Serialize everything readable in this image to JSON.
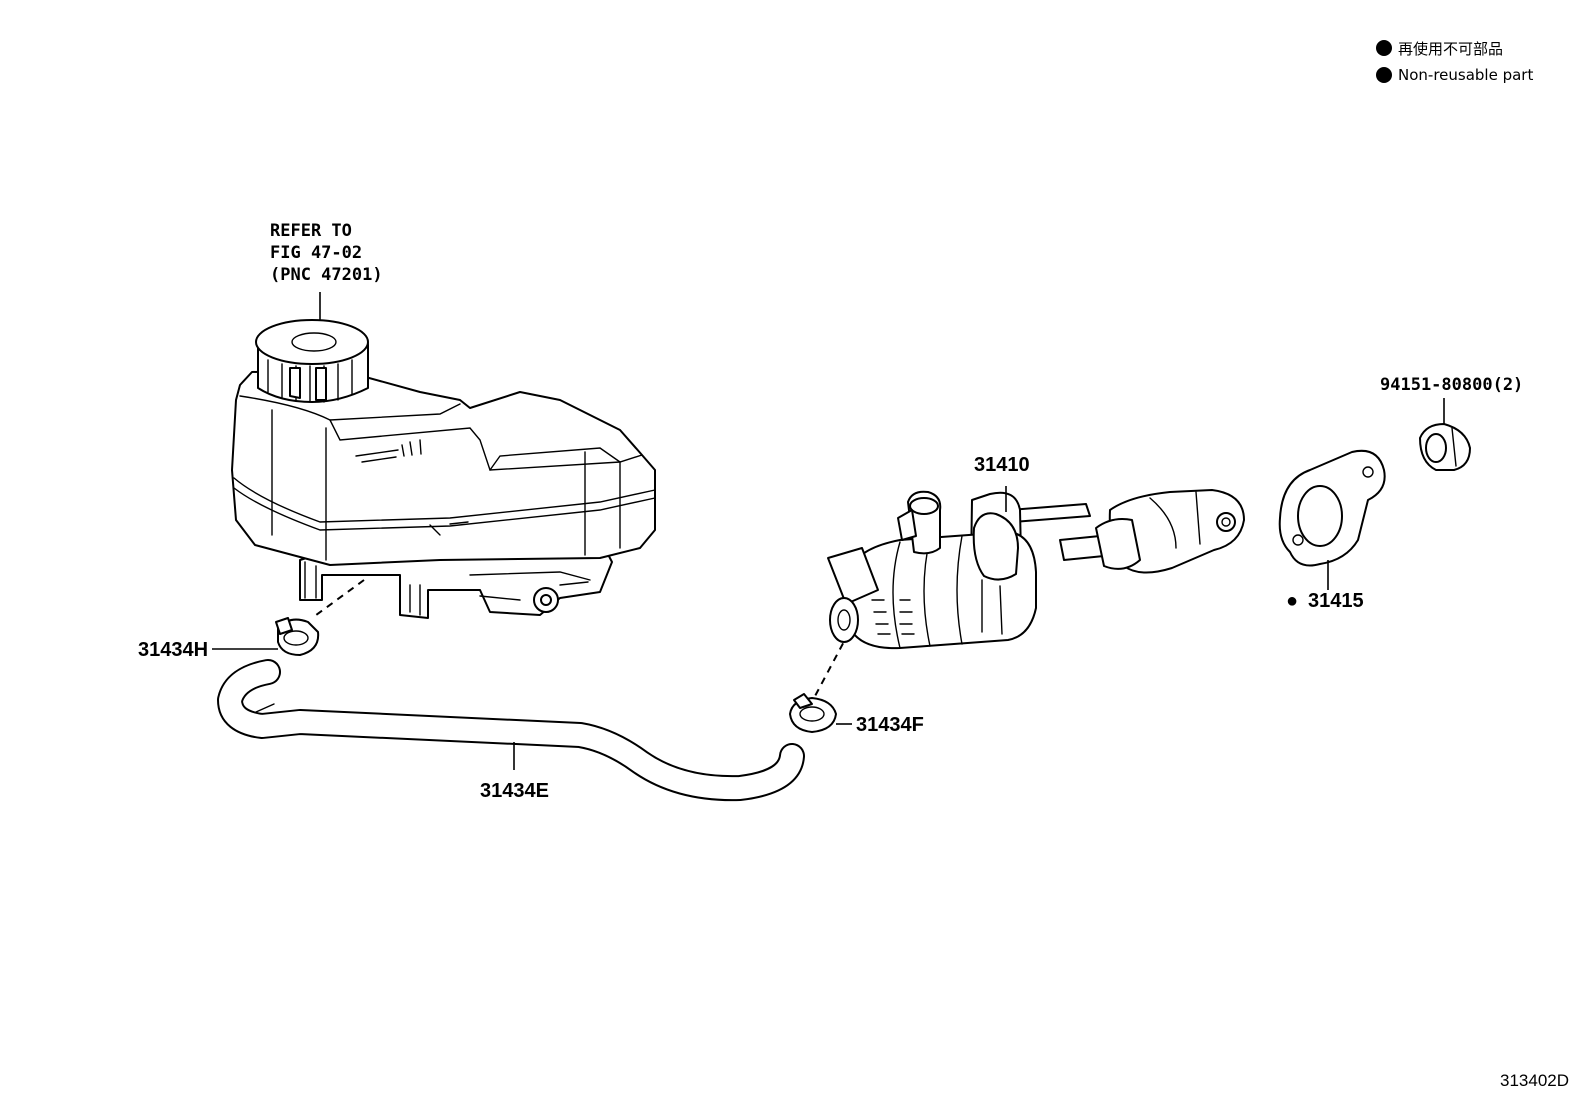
{
  "legend": {
    "items": [
      {
        "symbol": "●",
        "text": "再使用不可部品"
      },
      {
        "symbol": "●",
        "text": "Non-reusable part"
      }
    ]
  },
  "reference_note": {
    "lines": [
      "REFER TO",
      "FIG 47-02",
      "(PNC 47201)"
    ]
  },
  "callouts": {
    "hose_clamp_upper": "31434H",
    "hose": "31434E",
    "hose_clamp_lower": "31434F",
    "master_cylinder": "31410",
    "gasket_marker": "●",
    "gasket": "31415",
    "nut": "94151-80800(2)"
  },
  "figure_code": "313402D"
}
